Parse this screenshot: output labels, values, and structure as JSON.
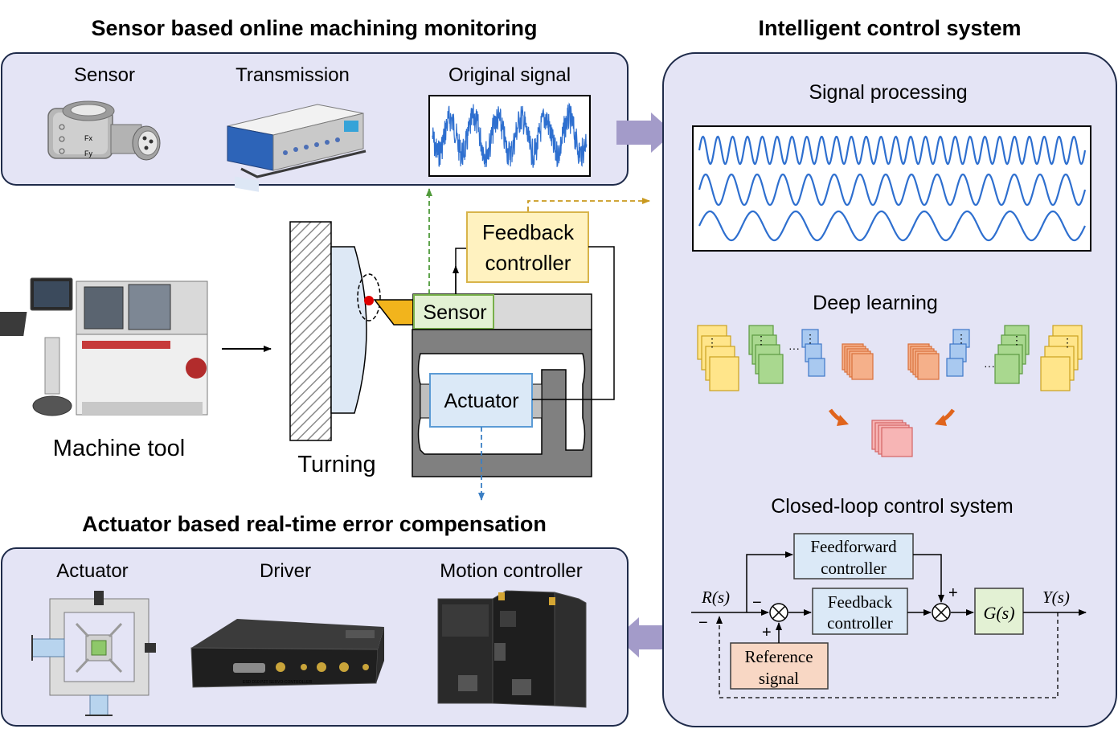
{
  "headings": {
    "monitoring": "Sensor based online machining monitoring",
    "intelligent": "Intelligent control system",
    "compensation": "Actuator based real-time error compensation"
  },
  "monitoring_panel": {
    "sensor": "Sensor",
    "transmission": "Transmission",
    "original_signal": "Original signal",
    "sensor_marks": [
      "Fx",
      "Fy"
    ]
  },
  "center": {
    "machine_tool": "Machine tool",
    "turning": "Turning",
    "sensor": "Sensor",
    "actuator": "Actuator",
    "feedback_controller": [
      "Feedback",
      "controller"
    ]
  },
  "intelligent_panel": {
    "signal_processing": "Signal processing",
    "deep_learning": "Deep learning",
    "ellipsis": "···",
    "closed_loop": "Closed-loop control system",
    "feedforward_controller": [
      "Feedforward",
      "controller"
    ],
    "feedback_controller": [
      "Feedback",
      "controller"
    ],
    "reference_signal": [
      "Reference",
      "signal"
    ],
    "R": "R(s)",
    "Y": "Y(s)",
    "G": "G(s)",
    "plus": "+",
    "minus": "−"
  },
  "compensation_panel": {
    "actuator": "Actuator",
    "driver": "Driver",
    "motion_controller": "Motion controller",
    "driver_caption": "ESD D10  PZT SERVO-CONTROLLER"
  },
  "colors": {
    "panel_fill": "#e4e4f5",
    "panel_stroke": "#1f2b4a",
    "signal_blue": "#2e6fcf",
    "feedback_fill": "#fff2c0",
    "feedback_stroke": "#d8b44a",
    "sensor_fill": "#e3f1d4",
    "sensor_stroke": "#78b04a",
    "actuator_fill": "#dbe9f7",
    "actuator_stroke": "#5b9bd5",
    "reference_fill": "#f8d7c4",
    "reference_stroke": "#d9825a",
    "arrow_purple": "#a39bc9",
    "green_dash": "#4f9a3a",
    "orange_dash": "#c9991f",
    "blue_dash": "#3b7fc4",
    "tool_yellow": "#f2b41c",
    "contact_red": "#e00000"
  }
}
